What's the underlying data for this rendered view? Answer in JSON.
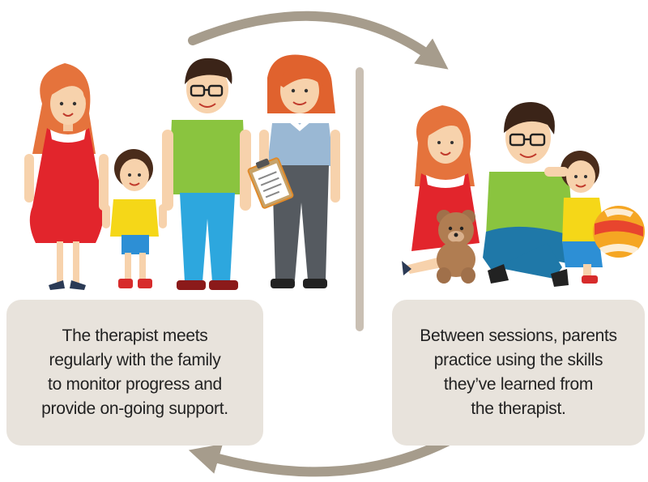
{
  "steps": [
    {
      "lines": [
        "The therapist meets",
        "regularly with the family",
        "to monitor progress and",
        "provide on-going support."
      ]
    },
    {
      "lines": [
        "Between sessions, parents",
        "practice using the skills",
        "they’ve learned from",
        "the therapist."
      ]
    }
  ],
  "colors": {
    "arrow": "#a69c8c",
    "caption_box": "#e8e3dc",
    "divider": "#c9bfb3",
    "text": "#222222"
  },
  "icons": [
    "curved-arrow-top",
    "curved-arrow-bottom",
    "family-standing",
    "therapist",
    "clipboard",
    "family-sitting",
    "teddy-bear",
    "ball"
  ]
}
